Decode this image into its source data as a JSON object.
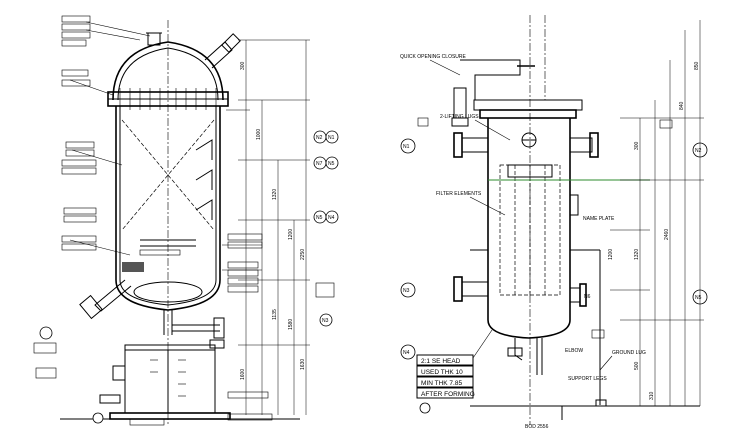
{
  "left_view": {
    "dims": [
      "300",
      "1000",
      "1320",
      "2250",
      "1200",
      "1135",
      "1580",
      "1630",
      "1600"
    ],
    "bubbles": [
      "N2",
      "N1",
      "N7",
      "N5",
      "N5",
      "N4",
      "N3"
    ]
  },
  "right_view": {
    "labels": {
      "closure": "QUICK OPENING CLOSURE",
      "lifting": "2-LIFTING LUGS",
      "filter": "FILTER ELEMENTS",
      "nameplate": "NAME PLATE",
      "elbow": "ELBOW",
      "support": "SUPPORT LEGS",
      "ground": "GROUND LUG"
    },
    "head_table": [
      "2:1 SE HEAD",
      "USED THK 10",
      "MIN THK 7.85",
      "AFTER FORMING"
    ],
    "bubbles": [
      "N1",
      "N3",
      "N4",
      "N2",
      "N5",
      "N6"
    ],
    "dims": [
      "300",
      "1200",
      "1320",
      "500",
      "2460",
      "310",
      "840",
      "850"
    ],
    "bottom_note": "BOD 2556"
  }
}
